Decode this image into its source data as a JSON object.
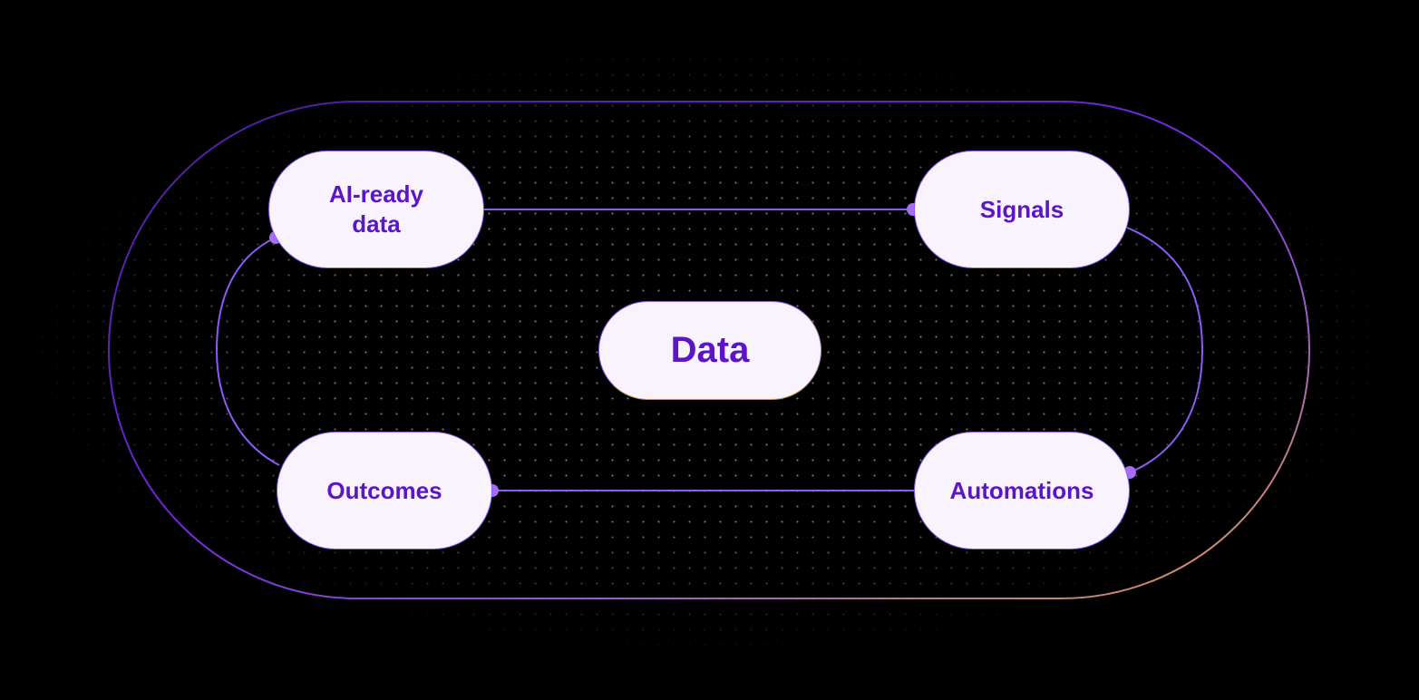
{
  "diagram": {
    "center_label": "Data",
    "nodes": [
      {
        "id": "ai-ready-data",
        "label": "AI-ready\ndata"
      },
      {
        "id": "signals",
        "label": "Signals"
      },
      {
        "id": "outcomes",
        "label": "Outcomes"
      },
      {
        "id": "automations",
        "label": "Automations"
      }
    ],
    "edges": [
      {
        "from": "ai-ready-data",
        "to": "signals"
      },
      {
        "from": "signals",
        "to": "automations"
      },
      {
        "from": "automations",
        "to": "outcomes"
      },
      {
        "from": "outcomes",
        "to": "ai-ready-data"
      }
    ]
  },
  "colors": {
    "background": "#000000",
    "node_fill": "#f8f3fd",
    "node_text": "#5b15c6",
    "node_border": "#8b5cf6",
    "connector": "#8b5cf6",
    "connector_dot": "#a66ef5",
    "outer_ring_start": "#5b21b6",
    "outer_ring_end": "#e39a4a",
    "dot_grid": "#d2d2dc"
  }
}
